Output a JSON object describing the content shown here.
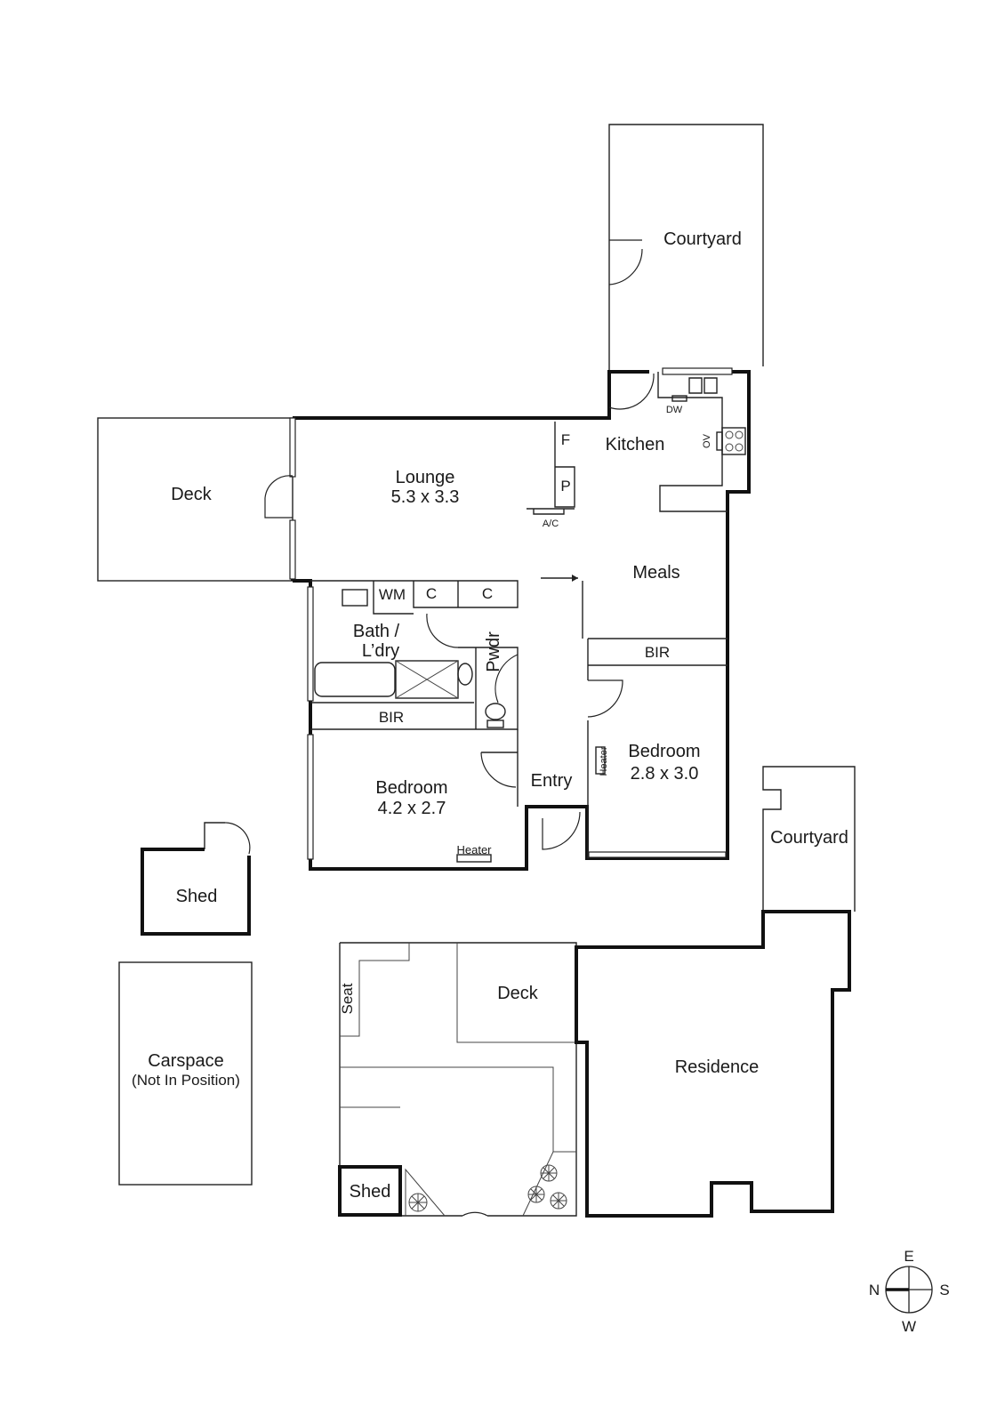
{
  "labels": {
    "courtyard_top": "Courtyard",
    "kitchen": "Kitchen",
    "dw": "DW",
    "ov": "OV",
    "fridge": "F",
    "pantry": "P",
    "ac": "A/C",
    "deck_left": "Deck",
    "lounge": "Lounge",
    "lounge_dim": "5.3 x 3.3",
    "meals": "Meals",
    "wm": "WM",
    "c1": "C",
    "c2": "C",
    "bath_line1": "Bath /",
    "bath_line2": "L’dry",
    "pwdr": "Pwdr",
    "bir_right": "BIR",
    "bir_left": "BIR",
    "bedroom_right": "Bedroom",
    "bedroom_right_dim": "2.8 x 3.0",
    "heater_right": "Heater",
    "entry": "Entry",
    "bedroom_left": "Bedroom",
    "bedroom_left_dim": "4.2 x 2.7",
    "heater_left": "Heater",
    "courtyard_right": "Courtyard",
    "shed_top": "Shed",
    "carspace": "Carspace",
    "carspace_note": "(Not In Position)",
    "seat": "Seat",
    "deck_bottom": "Deck",
    "residence": "Residence",
    "shed_bottom": "Shed"
  },
  "compass": {
    "north": "N",
    "east": "E",
    "south": "S",
    "west": "W"
  },
  "colors": {
    "line": "#111111",
    "background": "#ffffff",
    "text": "#1a1a1a"
  }
}
